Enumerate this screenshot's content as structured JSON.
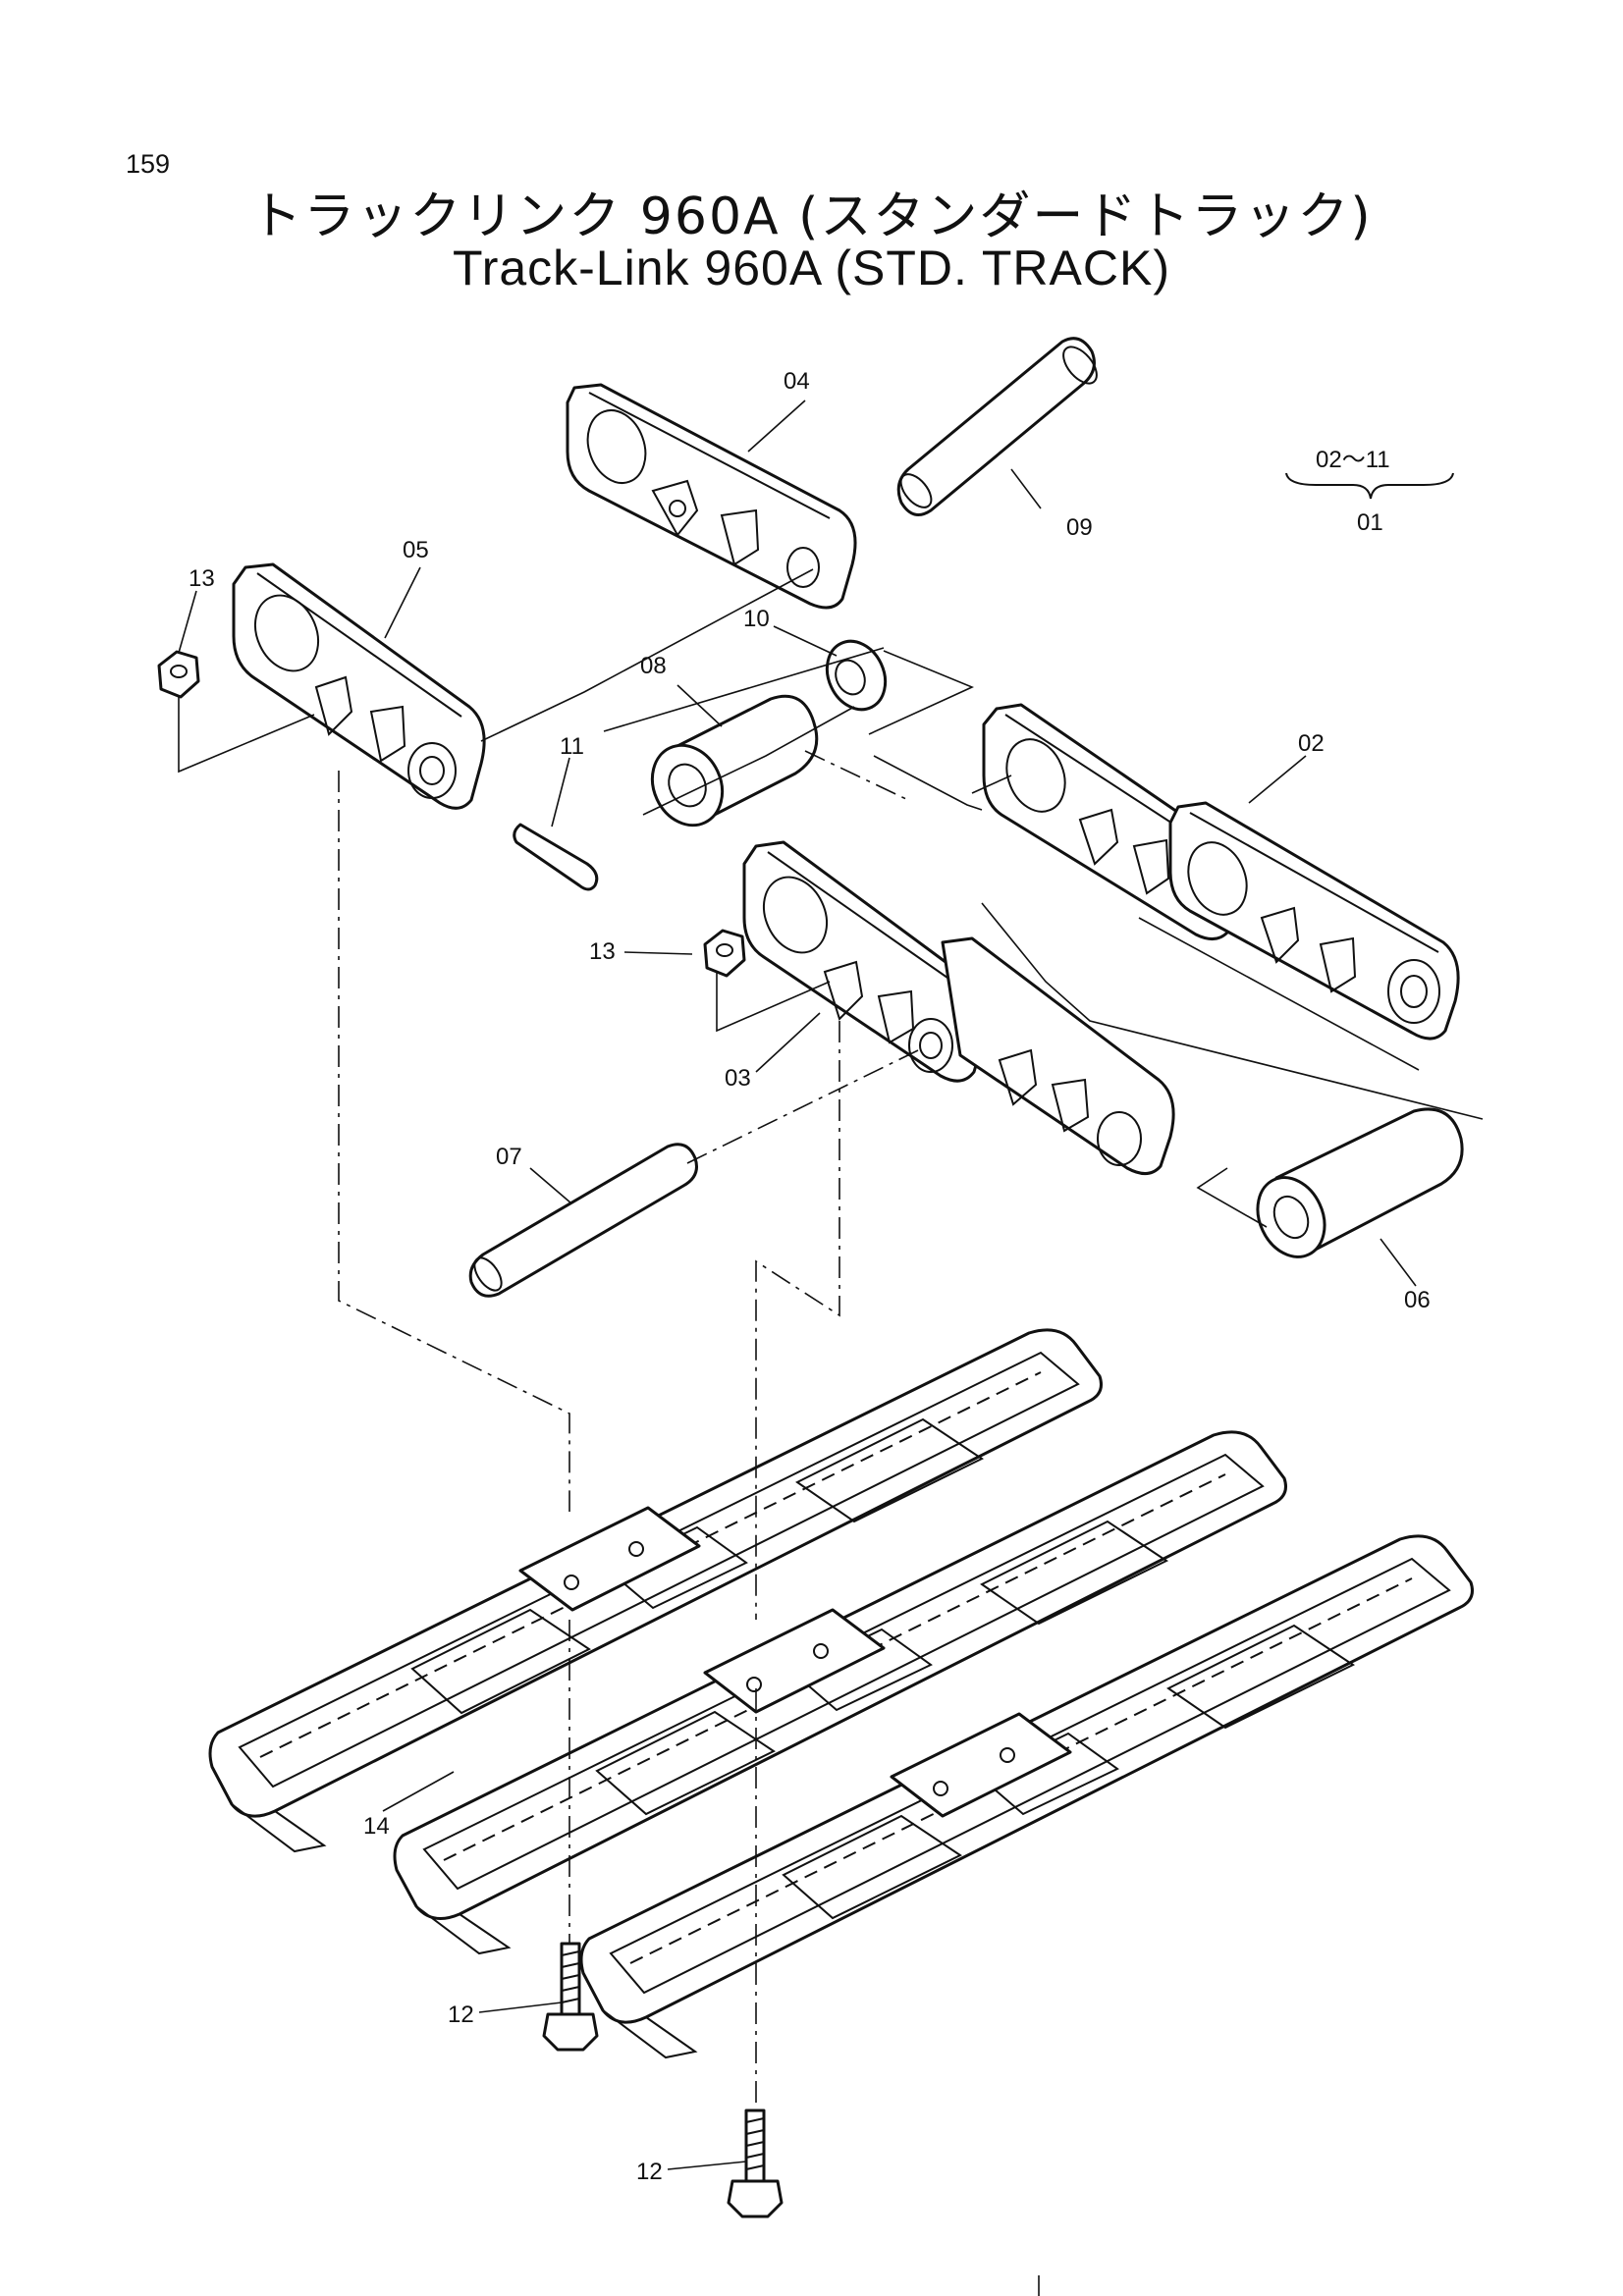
{
  "page": {
    "number": "159",
    "title_jp": "トラックリンク 960A (スタンダードトラック)",
    "title_en": "Track-Link 960A (STD. TRACK)"
  },
  "assembly": {
    "range_label": "02〜11",
    "parent_label": "01"
  },
  "callouts": {
    "c02": "02",
    "c03": "03",
    "c04": "04",
    "c05": "05",
    "c06": "06",
    "c07": "07",
    "c08": "08",
    "c09": "09",
    "c10": "10",
    "c11": "11",
    "c12a": "12",
    "c12b": "12",
    "c13a": "13",
    "c13b": "13",
    "c14": "14"
  }
}
